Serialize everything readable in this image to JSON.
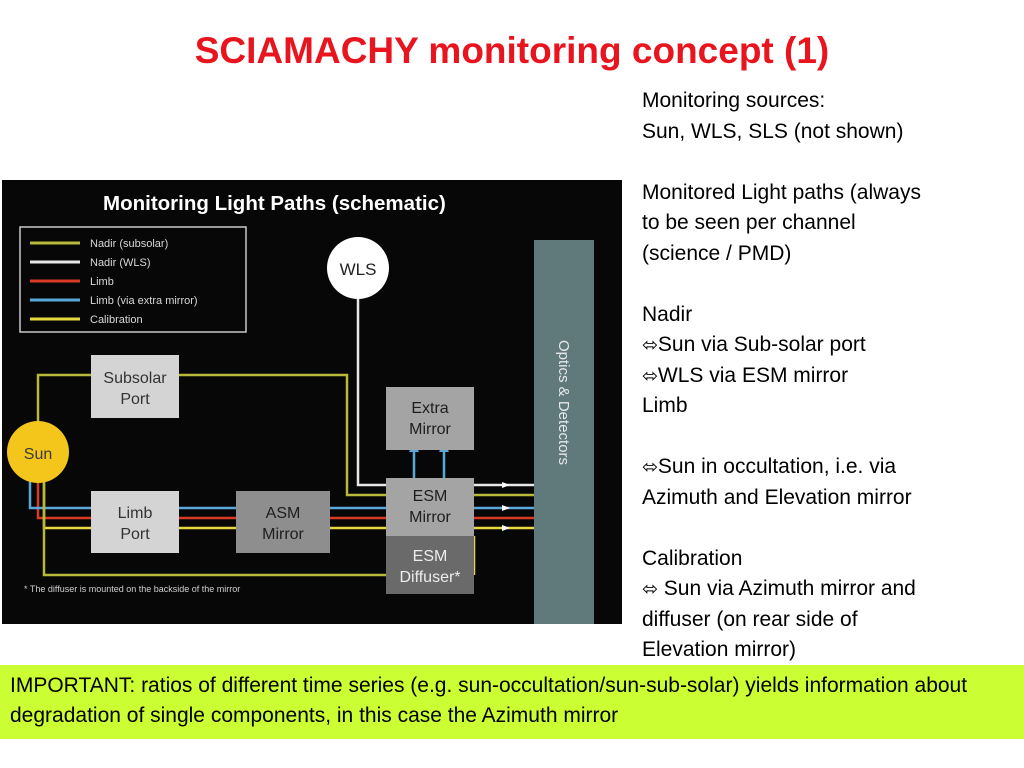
{
  "slide": {
    "title": "SCIAMACHY monitoring concept (1)",
    "title_color": "#e8141e"
  },
  "diagram": {
    "heading": "Monitoring Light Paths (schematic)",
    "legend": [
      {
        "label": "Nadir (subsolar)",
        "color": "#b8b83a"
      },
      {
        "label": "Nadir (WLS)",
        "color": "#e8e8e8"
      },
      {
        "label": "Limb",
        "color": "#d83a24"
      },
      {
        "label": "Limb (via extra mirror)",
        "color": "#5aa8d8"
      },
      {
        "label": "Calibration",
        "color": "#e8d840"
      }
    ],
    "sun_label": "Sun",
    "wls_label": "WLS",
    "subsolar_port": [
      "Subsolar",
      "Port"
    ],
    "limb_port": [
      "Limb",
      "Port"
    ],
    "asm_mirror": [
      "ASM",
      "Mirror"
    ],
    "extra_mirror": [
      "Extra",
      "Mirror"
    ],
    "esm_mirror": [
      "ESM",
      "Mirror"
    ],
    "esm_diffuser": [
      "ESM",
      "Diffuser*"
    ],
    "optics_label": "Optics & Detectors",
    "footnote": "* The diffuser is mounted on the backside of the mirror"
  },
  "side_text": {
    "l01": "Monitoring sources:",
    "l02": "Sun, WLS, SLS (not shown)",
    "l04": "Monitored Light paths (always",
    "l05": "to be seen per channel",
    "l06": "(science / PMD)",
    "l08": "Nadir",
    "arrow": "⬄",
    "l09": "Sun via Sub-solar port",
    "l10": "WLS via ESM mirror",
    "l11": "Limb",
    "l13": "Sun in occultation, i.e. via",
    "l14": "Azimuth and Elevation mirror",
    "l16": "Calibration",
    "l17": " Sun via Azimuth mirror and",
    "l18": "diffuser (on rear side of",
    "l19": "Elevation mirror)"
  },
  "note": {
    "text": "IMPORTANT: ratios of different time series (e.g. sun-occultation/sun-sub-solar) yields information about degradation of single components, in this case the Azimuth mirror",
    "background": "#ccff33"
  }
}
